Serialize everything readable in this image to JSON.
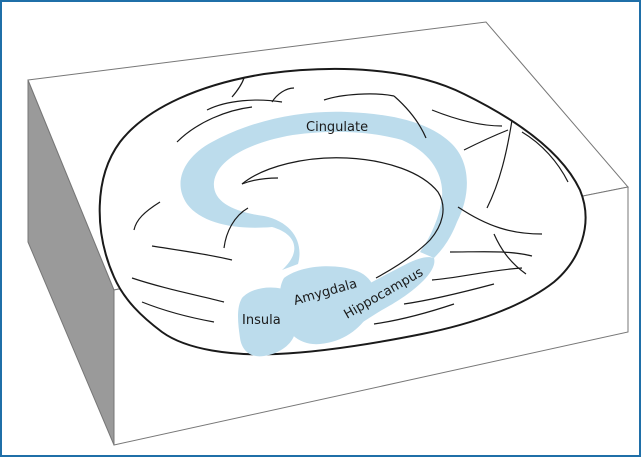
{
  "colors": {
    "frame_border": "#1f6fa8",
    "highlight": "#bcdcec",
    "box_side": "#9a9a9a",
    "line": "#1a1a1a"
  },
  "labels": {
    "cingulate": "Cingulate",
    "amygdala": "Amygdala",
    "hippocampus": "Hippocampus",
    "insula": "Insula"
  }
}
